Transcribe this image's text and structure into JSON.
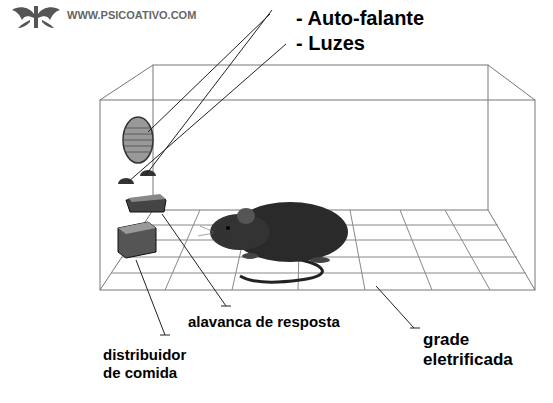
{
  "diagram": {
    "labels": [
      "WWW.PSICOATIVO.COM",
      "- Auto-falante",
      "- Luzes",
      "alavanca de resposta",
      "distribuidor de comida",
      "grade eletrificada"
    ]
  }
}
